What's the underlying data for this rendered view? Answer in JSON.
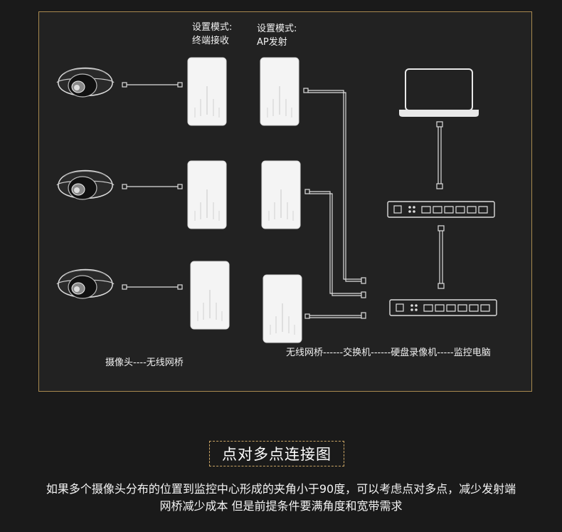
{
  "diagram": {
    "left_top_label": {
      "line1": "设置模式:",
      "line2": "终端接收"
    },
    "right_top_label": {
      "line1": "设置模式:",
      "line2": "AP发射"
    },
    "bottom_left_caption": "摄像头----无线网桥",
    "bottom_right_caption": "无线网桥------交换机------硬盘录像机-----监控电脑"
  },
  "section_title": "点对多点连接图",
  "description": {
    "line1": "如果多个摄像头分布的位置到监控中心形成的夹角小于90度，可以考虑点对多点，减少发射端",
    "line2": "网桥减少成本 但是前提条件要满角度和宽带需求"
  },
  "colors": {
    "background": "#1a1a1a",
    "frame_border": "#a8894f",
    "title_border": "#c9a464",
    "device_white": "#f4f4f4"
  }
}
